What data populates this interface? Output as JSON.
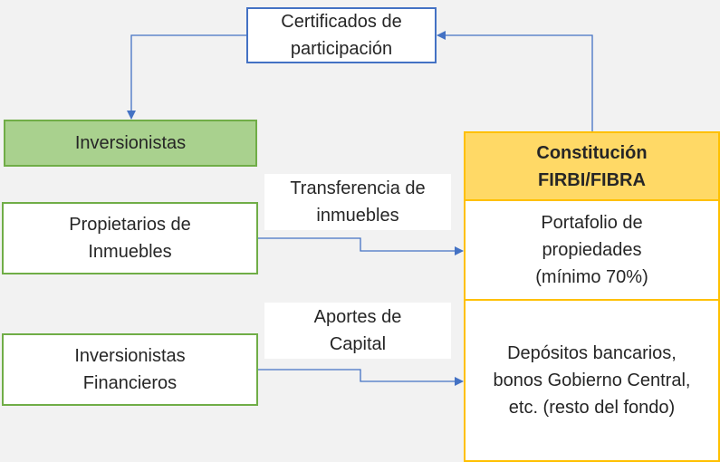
{
  "diagram": {
    "nodes": {
      "certificados": "Certificados de\nparticipación",
      "inversionistas": "Inversionistas",
      "propietarios": "Propietarios de\nInmuebles",
      "financieros": "Inversionistas\nFinancieros",
      "constitucion": "Constitución\nFIRBI/FIBRA",
      "portafolio": "Portafolio de\npropiedades\n(mínimo 70%)",
      "depositos": "Depósitos bancarios,\nbonos Gobierno Central,\netc. (resto del fondo)"
    },
    "edge_labels": {
      "transferencia": "Transferencia de\ninmuebles",
      "aportes": "Aportes de\nCapital"
    },
    "edges": [
      {
        "from": "constitucion",
        "to": "certificados"
      },
      {
        "from": "certificados",
        "to": "inversionistas"
      },
      {
        "from": "propietarios",
        "to": "portafolio",
        "label": "transferencia"
      },
      {
        "from": "financieros",
        "to": "depositos",
        "label": "aportes"
      }
    ]
  },
  "colors": {
    "connector": "#4472c4",
    "green_border": "#70ad47",
    "green_fill": "#a9d18e",
    "gold_border": "#ffc000",
    "gold_fill": "#ffd966",
    "blue_border": "#4472c4",
    "background": "#f2f2f2"
  }
}
